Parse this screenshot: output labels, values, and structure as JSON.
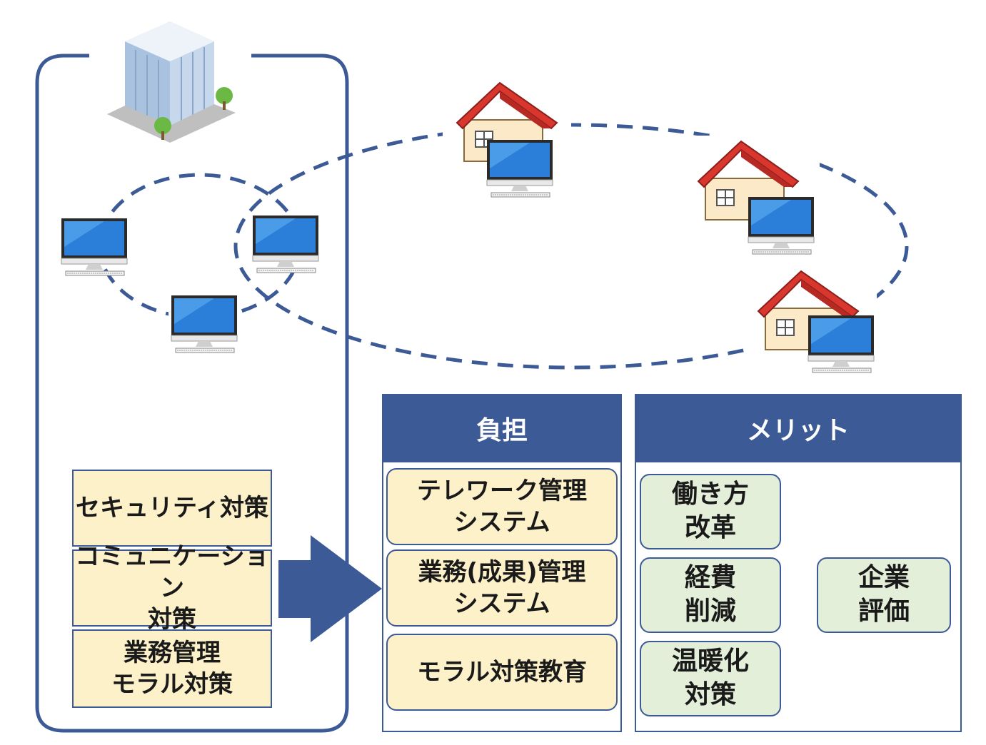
{
  "left_measures": [
    {
      "text": "セキュリティ対策"
    },
    {
      "text": "コミュニケーション\n対策"
    },
    {
      "text": "業務管理\nモラル対策"
    }
  ],
  "burden": {
    "header": "負担",
    "items": [
      {
        "text": "テレワーク管理\nシステム"
      },
      {
        "text": "業務(成果)管理\nシステム"
      },
      {
        "text": "モラル対策教育"
      }
    ]
  },
  "merit": {
    "header": "メリット",
    "items": [
      {
        "text": "働き方\n改革"
      },
      {
        "text": "経費\n削減"
      },
      {
        "text": "温暖化\n対策"
      }
    ],
    "result": "企業\n評価"
  },
  "colors": {
    "accent": "#3c5a96",
    "yellow_box": "#fdf1c9",
    "green_box": "#e3efd9"
  },
  "icons": [
    "office-building-icon",
    "computer-icon",
    "house-icon",
    "right-arrow-icon",
    "bracket-icon"
  ]
}
